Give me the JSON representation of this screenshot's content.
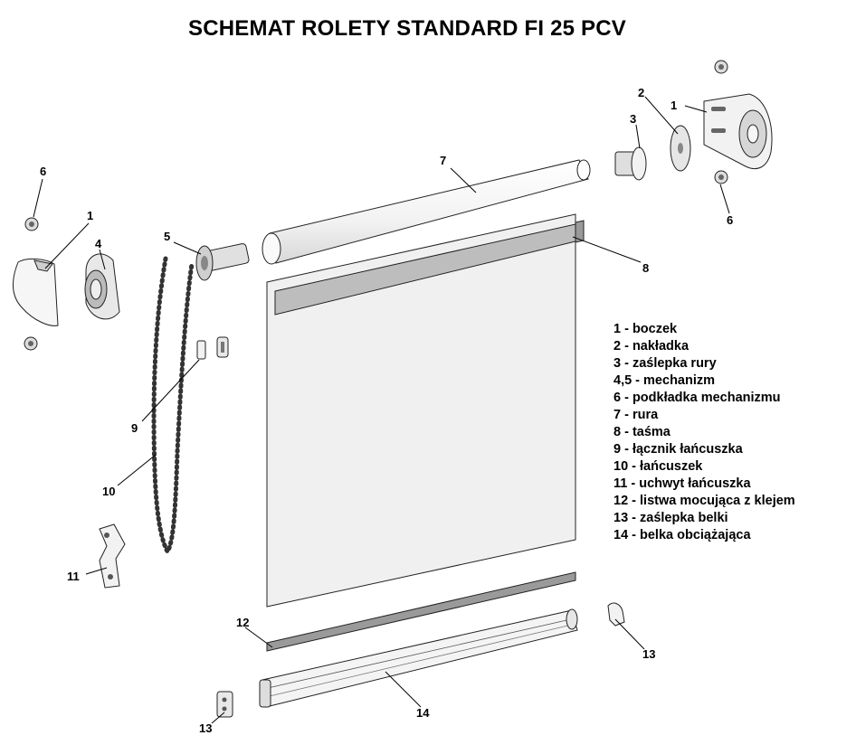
{
  "title": "SCHEMAT ROLETY STANDARD FI 25 PCV",
  "legend": [
    "1 - boczek",
    "2 - nakładka",
    "3 - zaślepka rury",
    "4,5 - mechanizm",
    "6 - podkładka mechanizmu",
    "7 - rura",
    "8 - taśma",
    "9 - łącznik łańcuszka",
    "10 - łańcuszek",
    "11 - uchwyt łańcuszka",
    "12 - listwa mocująca z klejem",
    "13 - zaślepka belki",
    "14 - belka obciążająca"
  ],
  "callouts": {
    "c1_left": "1",
    "c1_right": "1",
    "c2": "2",
    "c3": "3",
    "c4": "4",
    "c5": "5",
    "c6_left": "6",
    "c6_right": "6",
    "c7": "7",
    "c8": "8",
    "c9": "9",
    "c10": "10",
    "c11": "11",
    "c12": "12",
    "c13_right": "13",
    "c13_left": "13",
    "c14": "14"
  }
}
